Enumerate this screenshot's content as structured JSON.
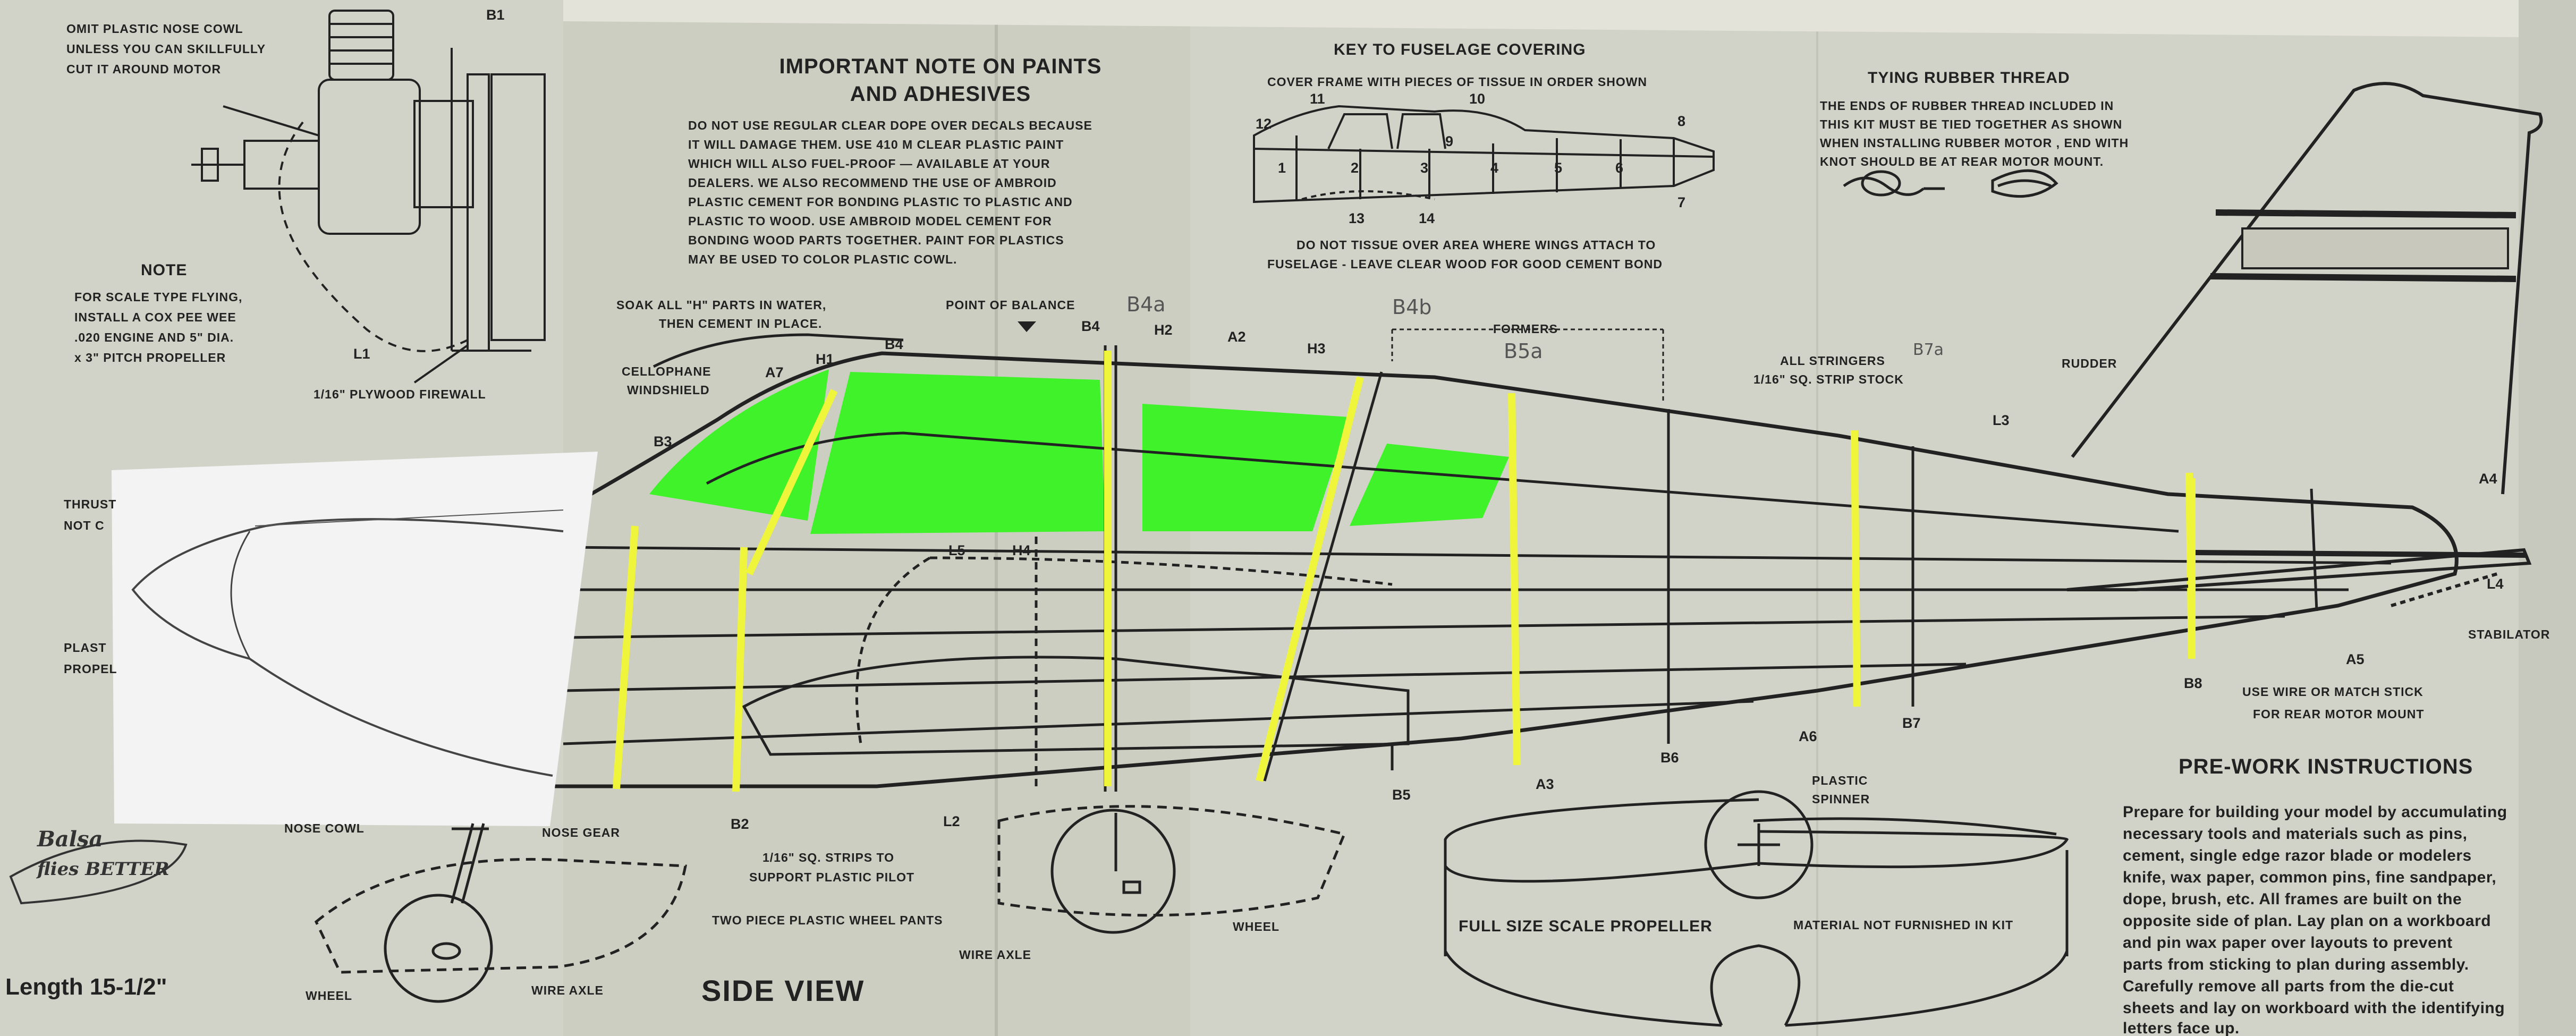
{
  "top_left": {
    "omit_note": [
      "OMIT PLASTIC NOSE COWL",
      "UNLESS YOU CAN SKILLFULLY",
      "CUT IT AROUND MOTOR"
    ],
    "note_title": "NOTE",
    "note_body": [
      "FOR SCALE TYPE FLYING,",
      "INSTALL A COX PEE WEE",
      ".020 ENGINE AND 5\" DIA.",
      "x 3\" PITCH PROPELLER"
    ],
    "firewall": "1/16\" PLYWOOD FIREWALL",
    "cut_thrust": "THRUST",
    "cut_not": "NOT C",
    "cut_plast": "PLAST",
    "cut_prope": "PROPEL",
    "cowl_fragment": "NOSE COWL",
    "labels": {
      "b1": "B1",
      "l1": "L1"
    }
  },
  "paints": {
    "title": [
      "IMPORTANT NOTE ON PAINTS",
      "AND ADHESIVES"
    ],
    "body": [
      "DO NOT USE REGULAR CLEAR DOPE OVER DECALS BECAUSE",
      "IT WILL DAMAGE THEM. USE 410 M CLEAR PLASTIC PAINT",
      "WHICH WILL ALSO FUEL-PROOF — AVAILABLE AT YOUR",
      "DEALERS. WE ALSO RECOMMEND THE USE OF AMBROID",
      "PLASTIC CEMENT FOR BONDING PLASTIC TO PLASTIC AND",
      "PLASTIC TO WOOD. USE AMBROID MODEL CEMENT FOR",
      "BONDING WOOD PARTS TOGETHER. PAINT FOR PLASTICS",
      "MAY BE USED TO COLOR PLASTIC COWL."
    ]
  },
  "covering": {
    "title": "KEY TO FUSELAGE COVERING",
    "subtitle": "COVER FRAME WITH PIECES OF TISSUE IN ORDER SHOWN",
    "numbers": [
      "1",
      "2",
      "3",
      "4",
      "5",
      "6",
      "7",
      "8",
      "9",
      "10",
      "11",
      "12",
      "13",
      "14"
    ],
    "caution": [
      "DO NOT TISSUE OVER AREA WHERE WINGS ATTACH TO",
      "FUSELAGE - LEAVE CLEAR WOOD FOR GOOD CEMENT BOND"
    ]
  },
  "rubber": {
    "title": "TYING RUBBER THREAD",
    "body": [
      "THE ENDS OF RUBBER THREAD INCLUDED IN",
      "THIS KIT MUST BE TIED TOGETHER AS SHOWN",
      "WHEN INSTALLING RUBBER MOTOR , END WITH",
      "KNOT SHOULD BE AT REAR MOTOR MOUNT."
    ]
  },
  "fuselage": {
    "soak": [
      "SOAK ALL \"H\" PARTS IN WATER,",
      "THEN CEMENT IN PLACE."
    ],
    "balance": "POINT OF BALANCE",
    "windshield": [
      "CELLOPHANE",
      "WINDSHIELD"
    ],
    "formers": "FORMERS",
    "stringers": [
      "ALL STRINGERS",
      "1/16\" SQ. STRIP STOCK"
    ],
    "rudder": "RUDDER",
    "stabilator": "STABILATOR",
    "motor_mount": [
      "USE WIRE OR MATCH STICK",
      "FOR REAR MOTOR MOUNT"
    ],
    "nose_gear": "NOSE GEAR",
    "strips": [
      "1/16\" SQ. STRIPS TO",
      "SUPPORT PLASTIC PILOT"
    ],
    "wheel_pants": "TWO PIECE PLASTIC WHEEL PANTS",
    "wire_axle": "WIRE AXLE",
    "wire_axle2": "WIRE AXLE",
    "wheel": "WHEEL",
    "wheel2": "WHEEL",
    "side_view": "SIDE VIEW",
    "parts": {
      "a7": "A7",
      "h1": "H1",
      "b4_top": "B4",
      "b4_mid": "B4",
      "h2": "H2",
      "a2": "A2",
      "h3": "H3",
      "b3": "B3",
      "l3": "L3",
      "a4": "A4",
      "l4": "L4",
      "a5": "A5",
      "b8": "B8",
      "b7": "B7",
      "a6": "A6",
      "b6": "B6",
      "a3": "A3",
      "b5": "B5",
      "l2": "L2",
      "b2": "B2",
      "l5": "L5",
      "h4": "H4"
    },
    "handwritten": {
      "b4a": "B4a",
      "b4b": "B4b",
      "b5a": "B5a",
      "b7a": "B7a"
    }
  },
  "propeller": {
    "spinner": [
      "PLASTIC",
      "SPINNER"
    ],
    "title": "FULL SIZE SCALE PROPELLER",
    "material": "MATERIAL NOT FURNISHED IN KIT"
  },
  "prework": {
    "title": "PRE-WORK INSTRUCTIONS",
    "lines": [
      "Prepare for building your model by accumulating",
      "necessary tools and materials such as pins,",
      "cement, single edge razor blade or modelers",
      "knife, wax paper, common pins, fine sandpaper,",
      "dope, brush, etc. All frames are built on the",
      "opposite side of plan. Lay plan on a workboard",
      "and pin wax paper over layouts to prevent",
      "parts from sticking to plan during assembly.",
      "Carefully remove all parts from the die-cut",
      "sheets and lay on workboard with the identifying",
      "letters face up."
    ]
  },
  "footer": {
    "brand": [
      "Balsa",
      "flies BETTER"
    ],
    "length": "Length 15-1/2\""
  },
  "colors": {
    "paper": "#d2d3c8",
    "ink": "#222222",
    "highlight_green": "#3ff22a",
    "highlight_yellow": "#eef53a",
    "white_patch": "#f3f3f4"
  }
}
